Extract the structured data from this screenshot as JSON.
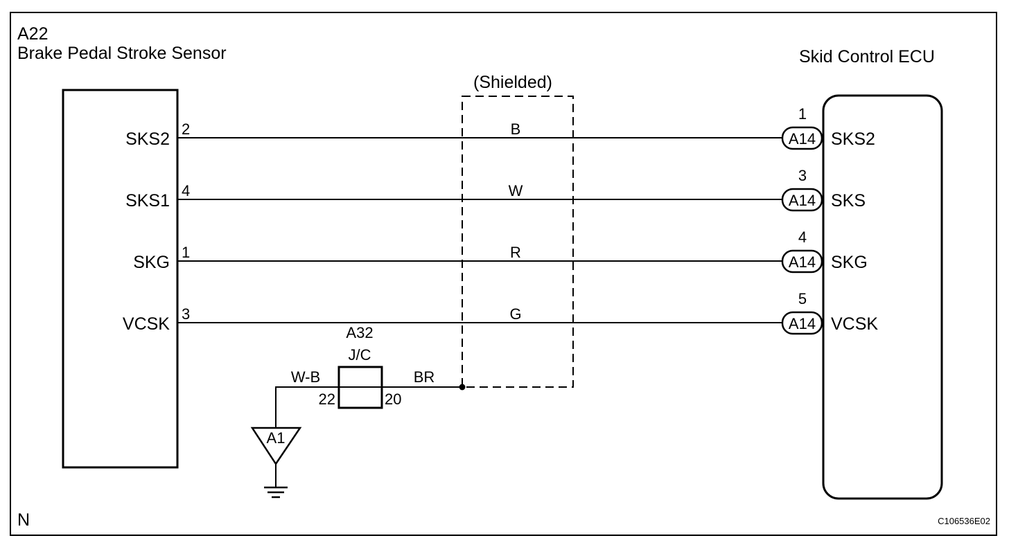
{
  "sensor": {
    "code": "A22",
    "name": "Brake Pedal Stroke Sensor",
    "terminals": [
      {
        "label": "SKS2",
        "pin": "2"
      },
      {
        "label": "SKS1",
        "pin": "4"
      },
      {
        "label": "SKG",
        "pin": "1"
      },
      {
        "label": "VCSK",
        "pin": "3"
      }
    ]
  },
  "ecu": {
    "name": "Skid Control ECU",
    "connector": "A14",
    "terminals": [
      {
        "label": "SKS2",
        "pin": "1"
      },
      {
        "label": "SKS",
        "pin": "3"
      },
      {
        "label": "SKG",
        "pin": "4"
      },
      {
        "label": "VCSK",
        "pin": "5"
      }
    ]
  },
  "wires": [
    "B",
    "W",
    "R",
    "G"
  ],
  "shield": {
    "label": "(Shielded)"
  },
  "junction": {
    "code": "A32",
    "name": "J/C",
    "pin_left": "22",
    "pin_right": "20",
    "wire_left": "W-B",
    "wire_right": "BR"
  },
  "ground": {
    "code": "A1"
  },
  "corner_letter": "N",
  "figure_id": "C106536E02"
}
